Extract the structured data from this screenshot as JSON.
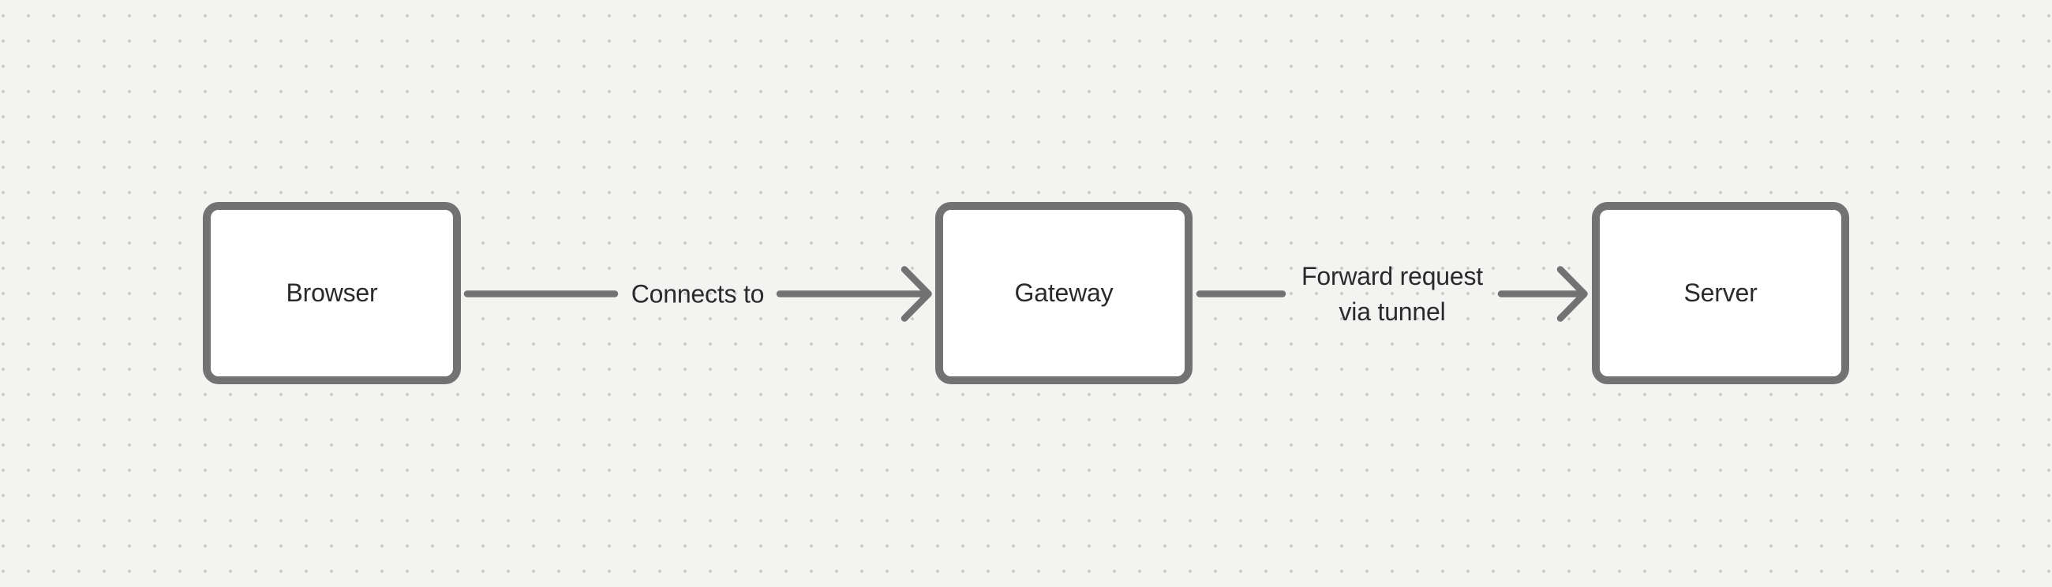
{
  "canvas": {
    "type": "dot-grid-diagram-canvas",
    "nodes": [
      {
        "id": "browser",
        "label": "Browser"
      },
      {
        "id": "gateway",
        "label": "Gateway"
      },
      {
        "id": "server",
        "label": "Server"
      }
    ],
    "connectors": [
      {
        "id": "browser-gateway",
        "from": "browser",
        "to": "gateway",
        "label": "Connects to",
        "arrowhead": "open-chevron-right"
      },
      {
        "id": "gateway-server",
        "from": "gateway",
        "to": "server",
        "label": "Forward request via tunnel",
        "label_lines": [
          "Forward request",
          "via tunnel"
        ],
        "arrowhead": "open-chevron-right"
      }
    ]
  },
  "colors": {
    "canvas-bg": "#f3f3f2",
    "grid-dot": "#c6c5c4",
    "stroke": "#727272",
    "node-fill": "#ffffff",
    "text": "#2a2a2c"
  }
}
